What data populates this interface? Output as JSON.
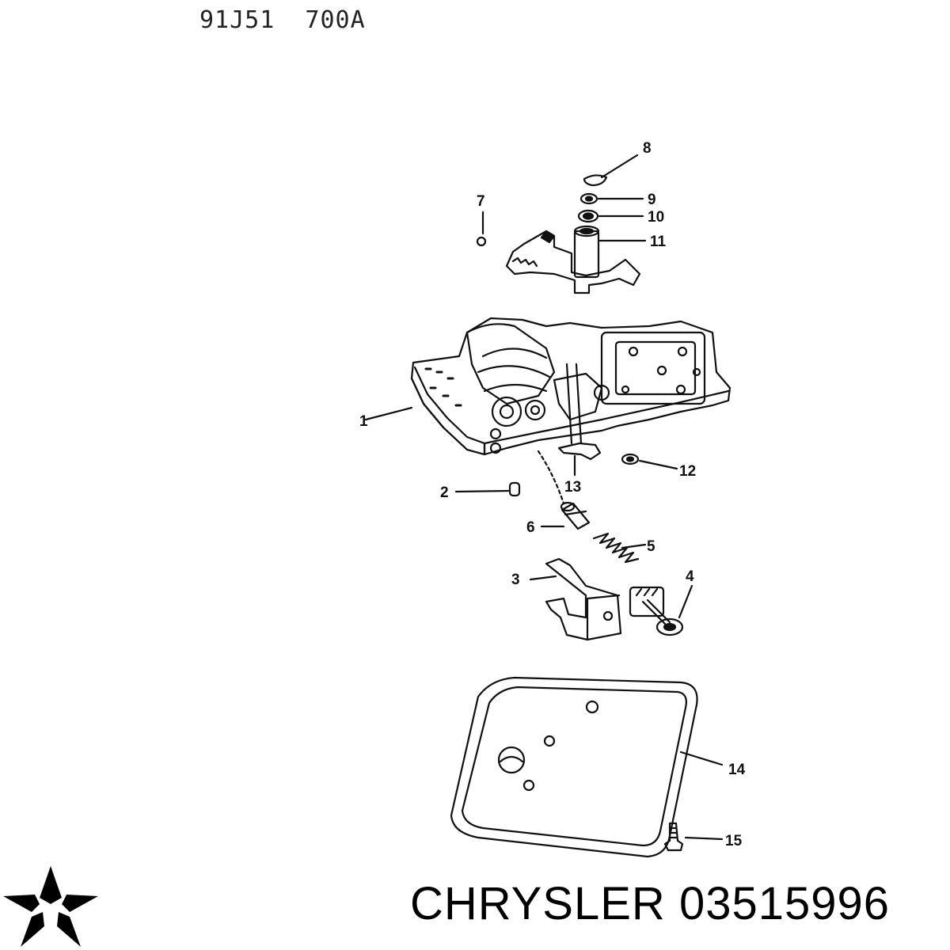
{
  "header": {
    "doc_code": "91J51  700A"
  },
  "callouts": [
    {
      "id": "1",
      "text": "1"
    },
    {
      "id": "2",
      "text": "2"
    },
    {
      "id": "3",
      "text": "3"
    },
    {
      "id": "4",
      "text": "4"
    },
    {
      "id": "5",
      "text": "5"
    },
    {
      "id": "6",
      "text": "6"
    },
    {
      "id": "7",
      "text": "7"
    },
    {
      "id": "8",
      "text": "8"
    },
    {
      "id": "9",
      "text": "9"
    },
    {
      "id": "10",
      "text": "10"
    },
    {
      "id": "11",
      "text": "11"
    },
    {
      "id": "12",
      "text": "12"
    },
    {
      "id": "13",
      "text": "13"
    },
    {
      "id": "14",
      "text": "14"
    },
    {
      "id": "15",
      "text": "15"
    }
  ],
  "footer": {
    "brand": "CHRYSLER",
    "part_number": "03515996",
    "logo_icon": "pentastar-icon"
  }
}
